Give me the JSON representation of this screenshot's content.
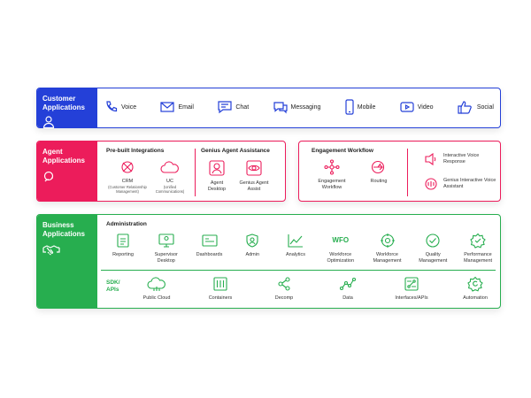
{
  "colors": {
    "customer": "#2440d8",
    "agent": "#ec1c5b",
    "business": "#27ae4f"
  },
  "customer": {
    "label": "Customer Applications",
    "items": [
      {
        "icon": "voice-icon",
        "label": "Voice"
      },
      {
        "icon": "email-icon",
        "label": "Email"
      },
      {
        "icon": "chat-icon",
        "label": "Chat"
      },
      {
        "icon": "messaging-icon",
        "label": "Messaging"
      },
      {
        "icon": "mobile-icon",
        "label": "Mobile"
      },
      {
        "icon": "video-icon",
        "label": "Video"
      },
      {
        "icon": "social-icon",
        "label": "Social"
      }
    ]
  },
  "agent": {
    "label": "Agent Applications",
    "prebuilt": {
      "title": "Pre-built Integrations",
      "crm": {
        "label": "CRM",
        "sub": "(Customer Relationship Management)"
      },
      "uc": {
        "label": "UC",
        "sub": "(Unified Communications)"
      }
    },
    "genius": {
      "title": "Genius Agent Assistance",
      "desktop": "Agent Desktop",
      "assist": "Genius Agent Assist"
    }
  },
  "engagement": {
    "title": "Engagement Workflow",
    "workflow": "Engagement Workflow",
    "routing": "Routing",
    "ivr": "Interactive Voice Response",
    "giva": "Genius Interactive Voice Assistant"
  },
  "business": {
    "label": "Business Applications",
    "admin_title": "Administration",
    "admin_items": [
      {
        "icon": "reporting-icon",
        "label": "Reporting"
      },
      {
        "icon": "supervisor-desktop-icon",
        "label": "Supervisor Desktop"
      },
      {
        "icon": "dashboards-icon",
        "label": "Dashboards"
      },
      {
        "icon": "admin-icon",
        "label": "Admin"
      },
      {
        "icon": "analytics-icon",
        "label": "Analytics"
      },
      {
        "icon": "wfo-icon",
        "label": "Workforce Optimization",
        "text": "WFO"
      },
      {
        "icon": "workforce-management-icon",
        "label": "Workforce Management"
      },
      {
        "icon": "quality-management-icon",
        "label": "Quality Management"
      },
      {
        "icon": "performance-management-icon",
        "label": "Performance Management"
      }
    ],
    "sdk_label": "SDK/ APIs",
    "sdk_items": [
      {
        "icon": "public-cloud-icon",
        "label": "Public Cloud"
      },
      {
        "icon": "containers-icon",
        "label": "Containers"
      },
      {
        "icon": "decomp-icon",
        "label": "Decomp"
      },
      {
        "icon": "data-icon",
        "label": "Data"
      },
      {
        "icon": "interfaces-apis-icon",
        "label": "Interfaces/APIs"
      },
      {
        "icon": "automation-icon",
        "label": "Automation"
      }
    ]
  }
}
